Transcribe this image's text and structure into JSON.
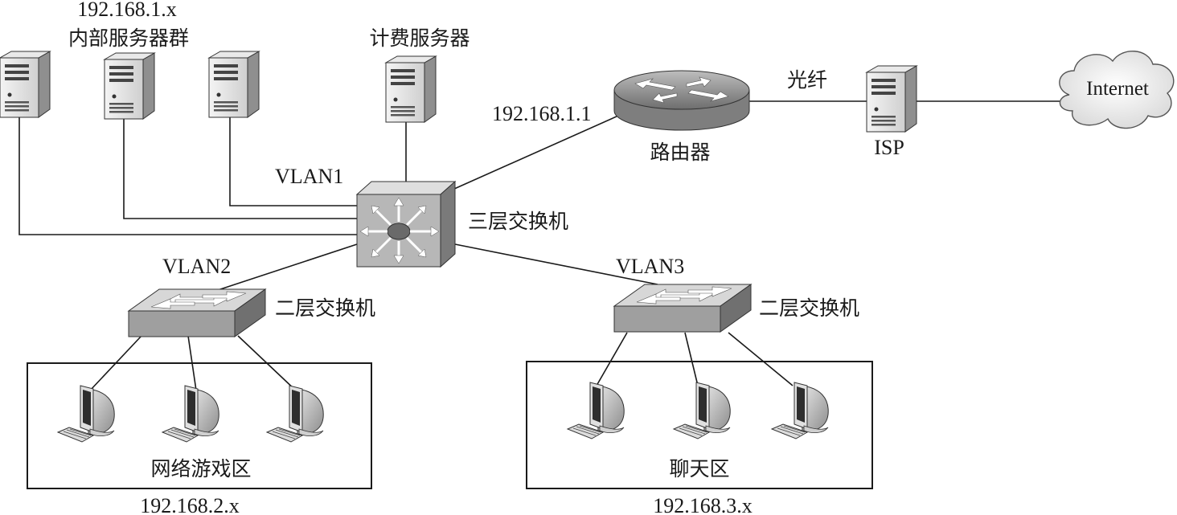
{
  "labels": {
    "server_group_ip": "192.168.1.x",
    "server_group": "内部服务器群",
    "billing_server": "计费服务器",
    "router_ip": "192.168.1.1",
    "router": "路由器",
    "fiber": "光纤",
    "isp": "ISP",
    "internet": "Internet",
    "vlan1": "VLAN1",
    "l3_switch": "三层交换机",
    "vlan2": "VLAN2",
    "vlan3": "VLAN3",
    "l2_switch_left": "二层交换机",
    "l2_switch_right": "二层交换机",
    "game_zone": "网络游戏区",
    "game_zone_ip": "192.168.2.x",
    "chat_zone": "聊天区",
    "chat_zone_ip": "192.168.3.x"
  },
  "colors": {
    "line": "#1a1a1a",
    "device_gray": "#b8b8b8",
    "device_dark": "#7a7a7a",
    "device_light": "#e6e6e6"
  }
}
